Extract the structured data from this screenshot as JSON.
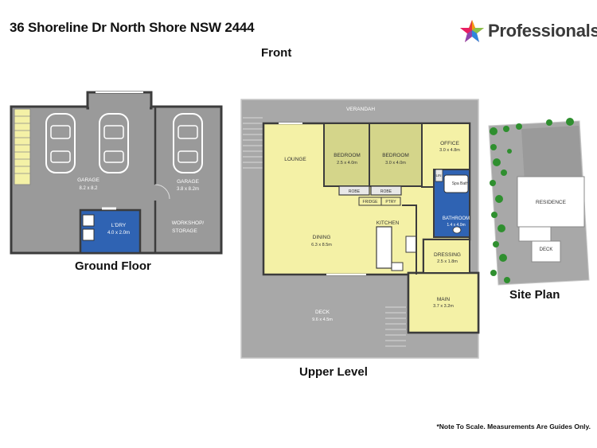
{
  "header": {
    "address": "36 Shoreline Dr North Shore NSW 2444",
    "brand": "Professionals",
    "front_label": "Front"
  },
  "colors": {
    "floor_grey": "#9a9a9a",
    "wall_dark": "#3c3c3c",
    "room_yellow": "#f4f1a6",
    "room_olive": "#d4d58a",
    "room_blue": "#2f63b3",
    "outline": "#c8c8c8"
  },
  "ground_floor": {
    "title": "Ground Floor",
    "rooms": {
      "garage_main": {
        "name": "GARAGE",
        "size": "8.2 x 8.2"
      },
      "garage_side": {
        "name": "GARAGE",
        "size": "3.8 x 8.2m"
      },
      "laundry": {
        "name": "L'DRY",
        "size": "4.0 x 2.0m"
      },
      "workshop": {
        "name_line1": "WORKSHOP/",
        "name_line2": "STORAGE"
      }
    }
  },
  "upper_level": {
    "title": "Upper Level",
    "rooms": {
      "verandah": {
        "name": "VERANDAH"
      },
      "lounge": {
        "name": "LOUNGE"
      },
      "bedroom1": {
        "name": "BEDROOM",
        "size": "2.5 x 4.0m"
      },
      "bedroom2": {
        "name": "BEDROOM",
        "size": "3.0 x 4.0m"
      },
      "office": {
        "name": "OFFICE",
        "size": "3.0 x 4.8m"
      },
      "robe1": {
        "name": "ROBE"
      },
      "robe2": {
        "name": "ROBE"
      },
      "fridge": {
        "name": "FRIDGE"
      },
      "pantry": {
        "name": "PTRY"
      },
      "kitchen": {
        "name": "KITCHEN"
      },
      "linen": {
        "name": "LIN"
      },
      "spa": {
        "name": "Spa Bath"
      },
      "bathroom": {
        "name": "BATHROOM",
        "size": "1.4 x 4.0m"
      },
      "dressing": {
        "name": "DRESSING",
        "size": "2.5 x 1.8m"
      },
      "dining": {
        "name": "DINING",
        "size": "6.3 x 8.5m"
      },
      "main": {
        "name": "MAIN",
        "size": "3.7 x 3.2m"
      },
      "deck": {
        "name": "DECK",
        "size": "9.6 x 4.5m"
      }
    }
  },
  "site_plan": {
    "title": "Site Plan",
    "residence": "RESIDENCE",
    "deck": "DECK"
  },
  "footer": {
    "note": "*Note To Scale. Measurements Are Guides Only."
  }
}
